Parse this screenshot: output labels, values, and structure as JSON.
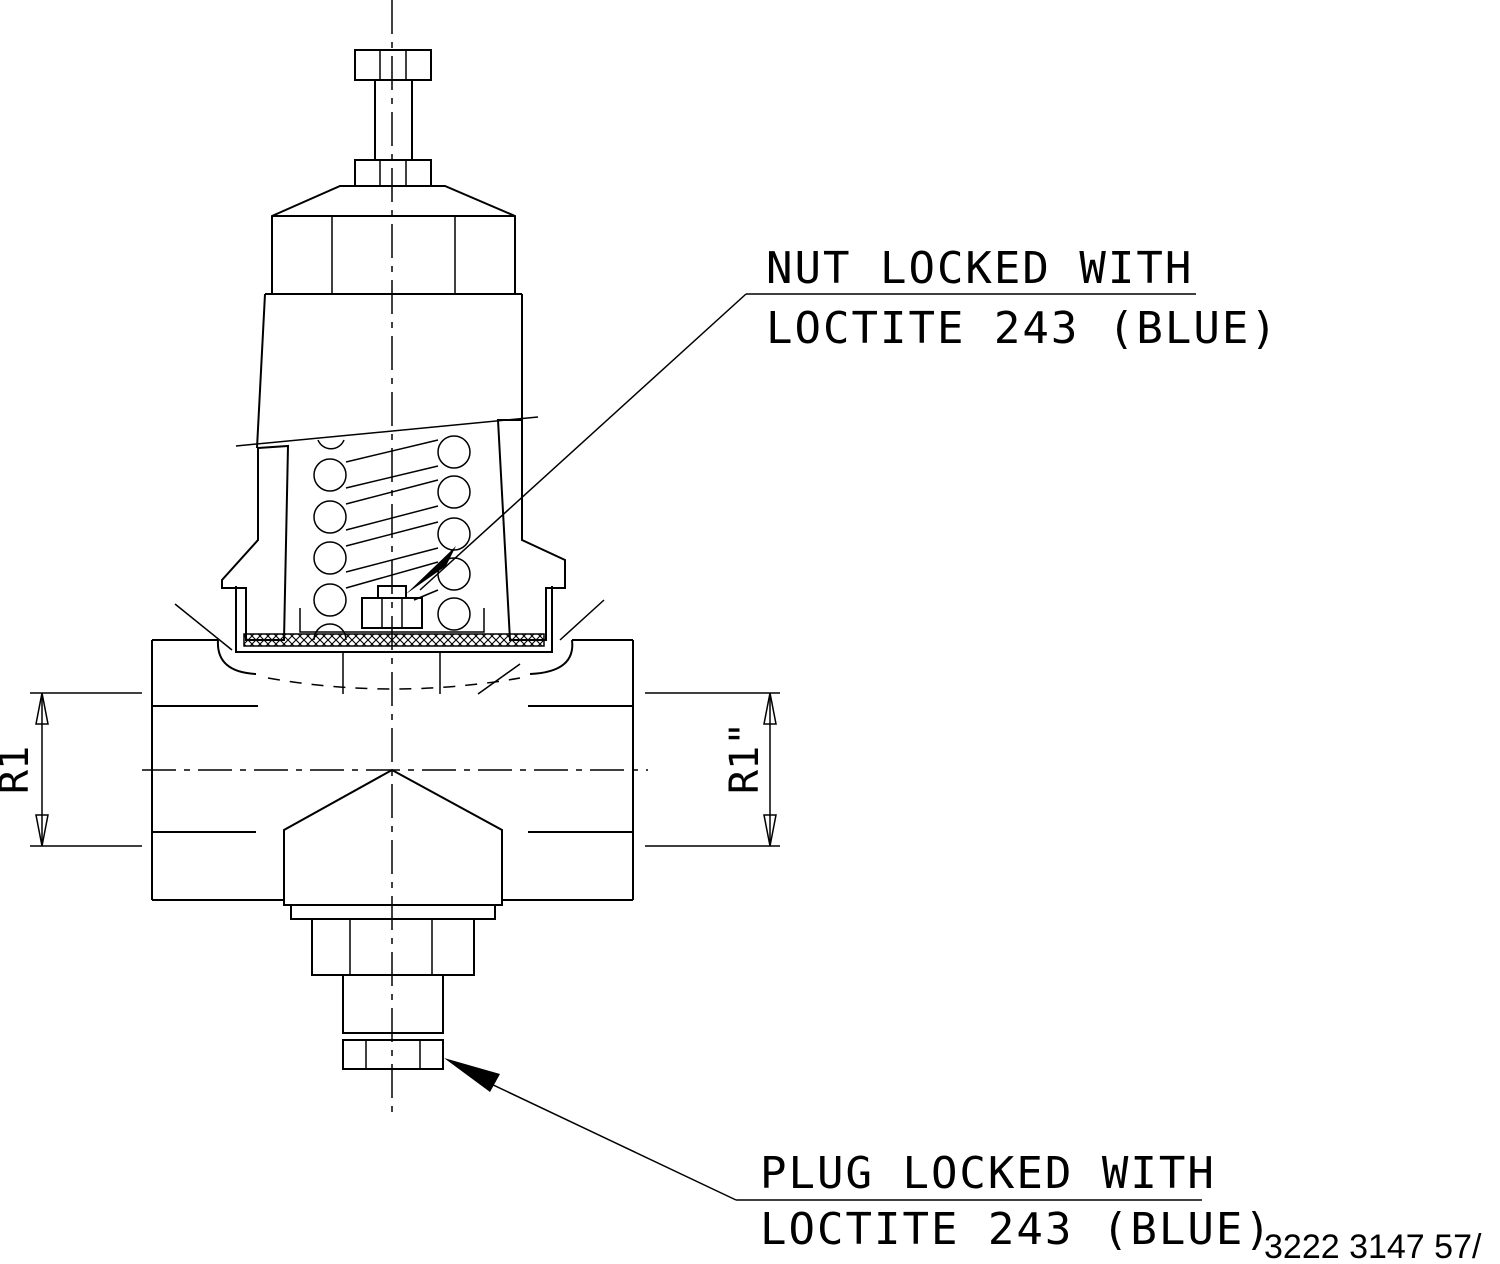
{
  "annotations": {
    "nut_note": {
      "line1": "NUT LOCKED WITH",
      "line2": "LOCTITE 243 (BLUE)"
    },
    "plug_note": {
      "line1": "PLUG LOCKED WITH",
      "line2": "LOCTITE 243 (BLUE)"
    }
  },
  "dimensions": {
    "left_port": "R1",
    "right_port": "R1\""
  },
  "part_number": "3222 3147 57/"
}
